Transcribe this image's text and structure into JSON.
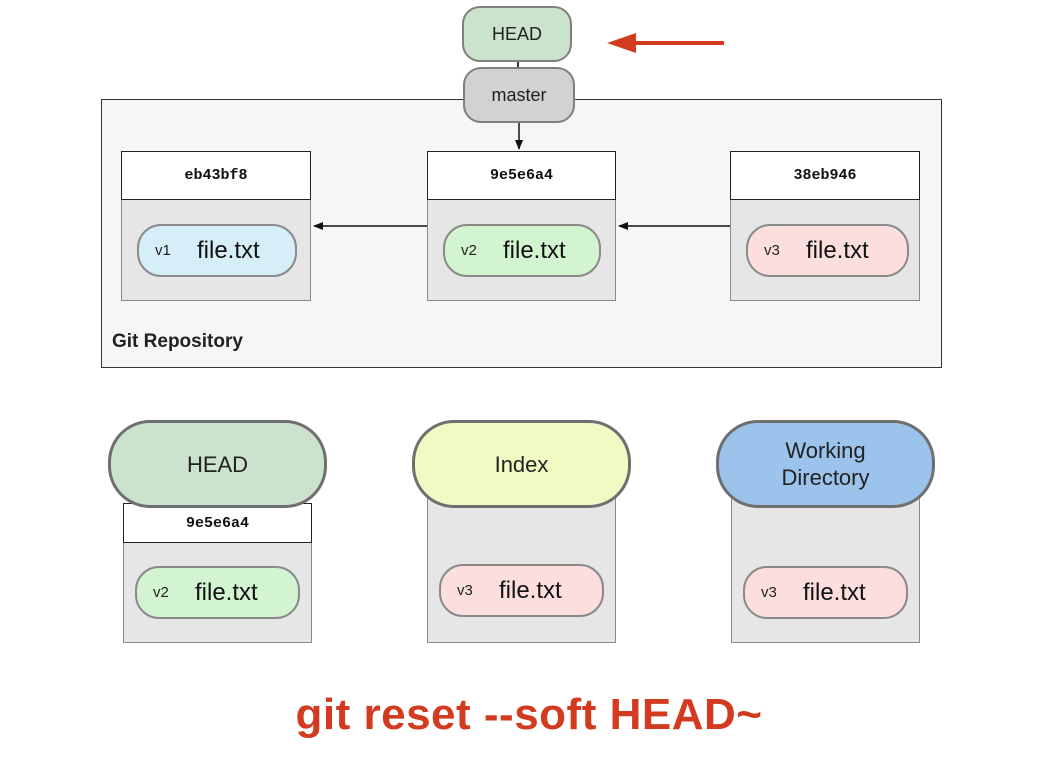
{
  "refs": {
    "head": "HEAD",
    "master": "master"
  },
  "repository": {
    "label": "Git Repository",
    "commits": [
      {
        "hash": "eb43bf8",
        "file": {
          "version": "v1",
          "name": "file.txt"
        }
      },
      {
        "hash": "9e5e6a4",
        "file": {
          "version": "v2",
          "name": "file.txt"
        }
      },
      {
        "hash": "38eb946",
        "file": {
          "version": "v3",
          "name": "file.txt"
        }
      }
    ]
  },
  "areas": [
    {
      "title": "HEAD",
      "hash": "9e5e6a4",
      "file": {
        "version": "v2",
        "name": "file.txt"
      }
    },
    {
      "title": "Index",
      "file": {
        "version": "v3",
        "name": "file.txt"
      }
    },
    {
      "title_line1": "Working",
      "title_line2": "Directory",
      "file": {
        "version": "v3",
        "name": "file.txt"
      }
    }
  ],
  "command": "git reset --soft HEAD~",
  "colors": {
    "command": "#d23b20",
    "arrow": "#d23b20",
    "head_fill": "#cbe3cc",
    "index_fill": "#f3f9c2",
    "working_dir_fill": "#9cc3ec",
    "v1_fill": "#d6eef8",
    "v2_fill": "#d3f4d1",
    "v3_fill": "#fbdedd"
  }
}
